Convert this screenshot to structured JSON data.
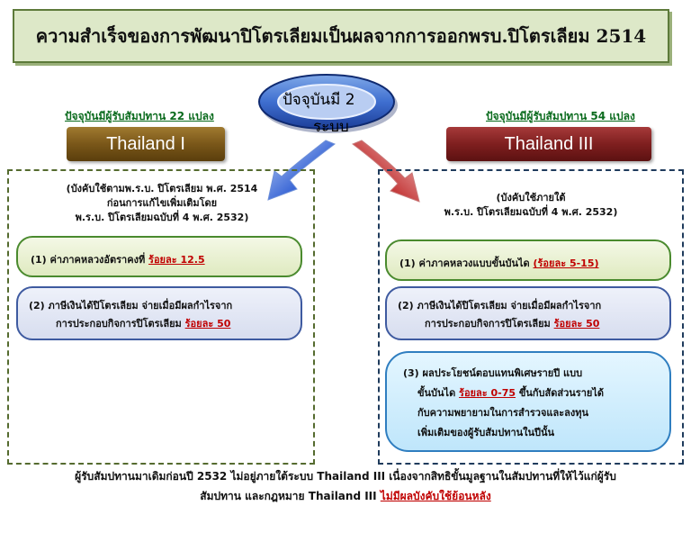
{
  "title": "ความสำเร็จของการพัฒนาปิโตรเลียมเป็นผลจากการออกพรบ.ปิโตรเลียม 2514",
  "center": {
    "line1": "ปัจจุบันมี 2",
    "line2": "ระบบ"
  },
  "left": {
    "count_label": "ปัจจุบันมีผู้รับสัมปทาน 22 แปลง",
    "phase_label": "Thailand I",
    "note": [
      "(บังคับใช้ตามพ.ร.บ. ปิโตรเลียม พ.ศ. 2514",
      "ก่อนการแก้ไขเพิ่มเติมโดย",
      "พ.ร.บ. ปิโตรเลียมฉบับที่ 4 พ.ศ. 2532)"
    ],
    "item1": {
      "text": "(1) ค่าภาคหลวงอัตราคงที่ ",
      "highlight": "ร้อยละ 12.5"
    },
    "item2": {
      "line1": "(2) ภาษีเงินได้ปิโตรเลียม จ่ายเมื่อมีผลกำไรจาก",
      "line2": "การประกอบกิจการปิโตรเลียม ",
      "highlight": "ร้อยละ 50"
    }
  },
  "right": {
    "count_label": "ปัจจุบันมีผู้รับสัมปทาน 54 แปลง",
    "phase_label": "Thailand III",
    "note": [
      "(บังคับใช้ภายใต้",
      "พ.ร.บ. ปิโตรเลียมฉบับที่ 4 พ.ศ. 2532)"
    ],
    "item1": {
      "text": "(1) ค่าภาคหลวงแบบขั้นบันได ",
      "highlight": "(ร้อยละ 5-15)"
    },
    "item2": {
      "line1": "(2) ภาษีเงินได้ปิโตรเลียม จ่ายเมื่อมีผลกำไรจาก",
      "line2": "การประกอบกิจการปิโตรเลียม ",
      "highlight": "ร้อยละ 50"
    },
    "item3": {
      "line1": "(3) ผลประโยชน์ตอบแทนพิเศษรายปี แบบ",
      "line2a": "ขั้นบันได ",
      "line2_highlight": "ร้อยละ 0-75",
      "line2b": " ขึ้นกับสัดส่วนรายได้",
      "line3": "กับความพยายามในการสำรวจและลงทุน",
      "line4": "เพิ่มเติมของผู้รับสัมปทานในปีนั้น"
    }
  },
  "footer": {
    "line1": "ผู้รับสัมปทานมาเดิมก่อนปี 2532 ไม่อยู่ภายใต้ระบบ Thailand III เนื่องจากสิทธิขั้นมูลฐานในสัมปทานที่ให้ไว้แก่ผู้รับ",
    "line2": "สัมปทาน และกฎหมาย Thailand III ",
    "line2_highlight": "ไม่มีผลบังคับใช้ย้อนหลัง"
  }
}
